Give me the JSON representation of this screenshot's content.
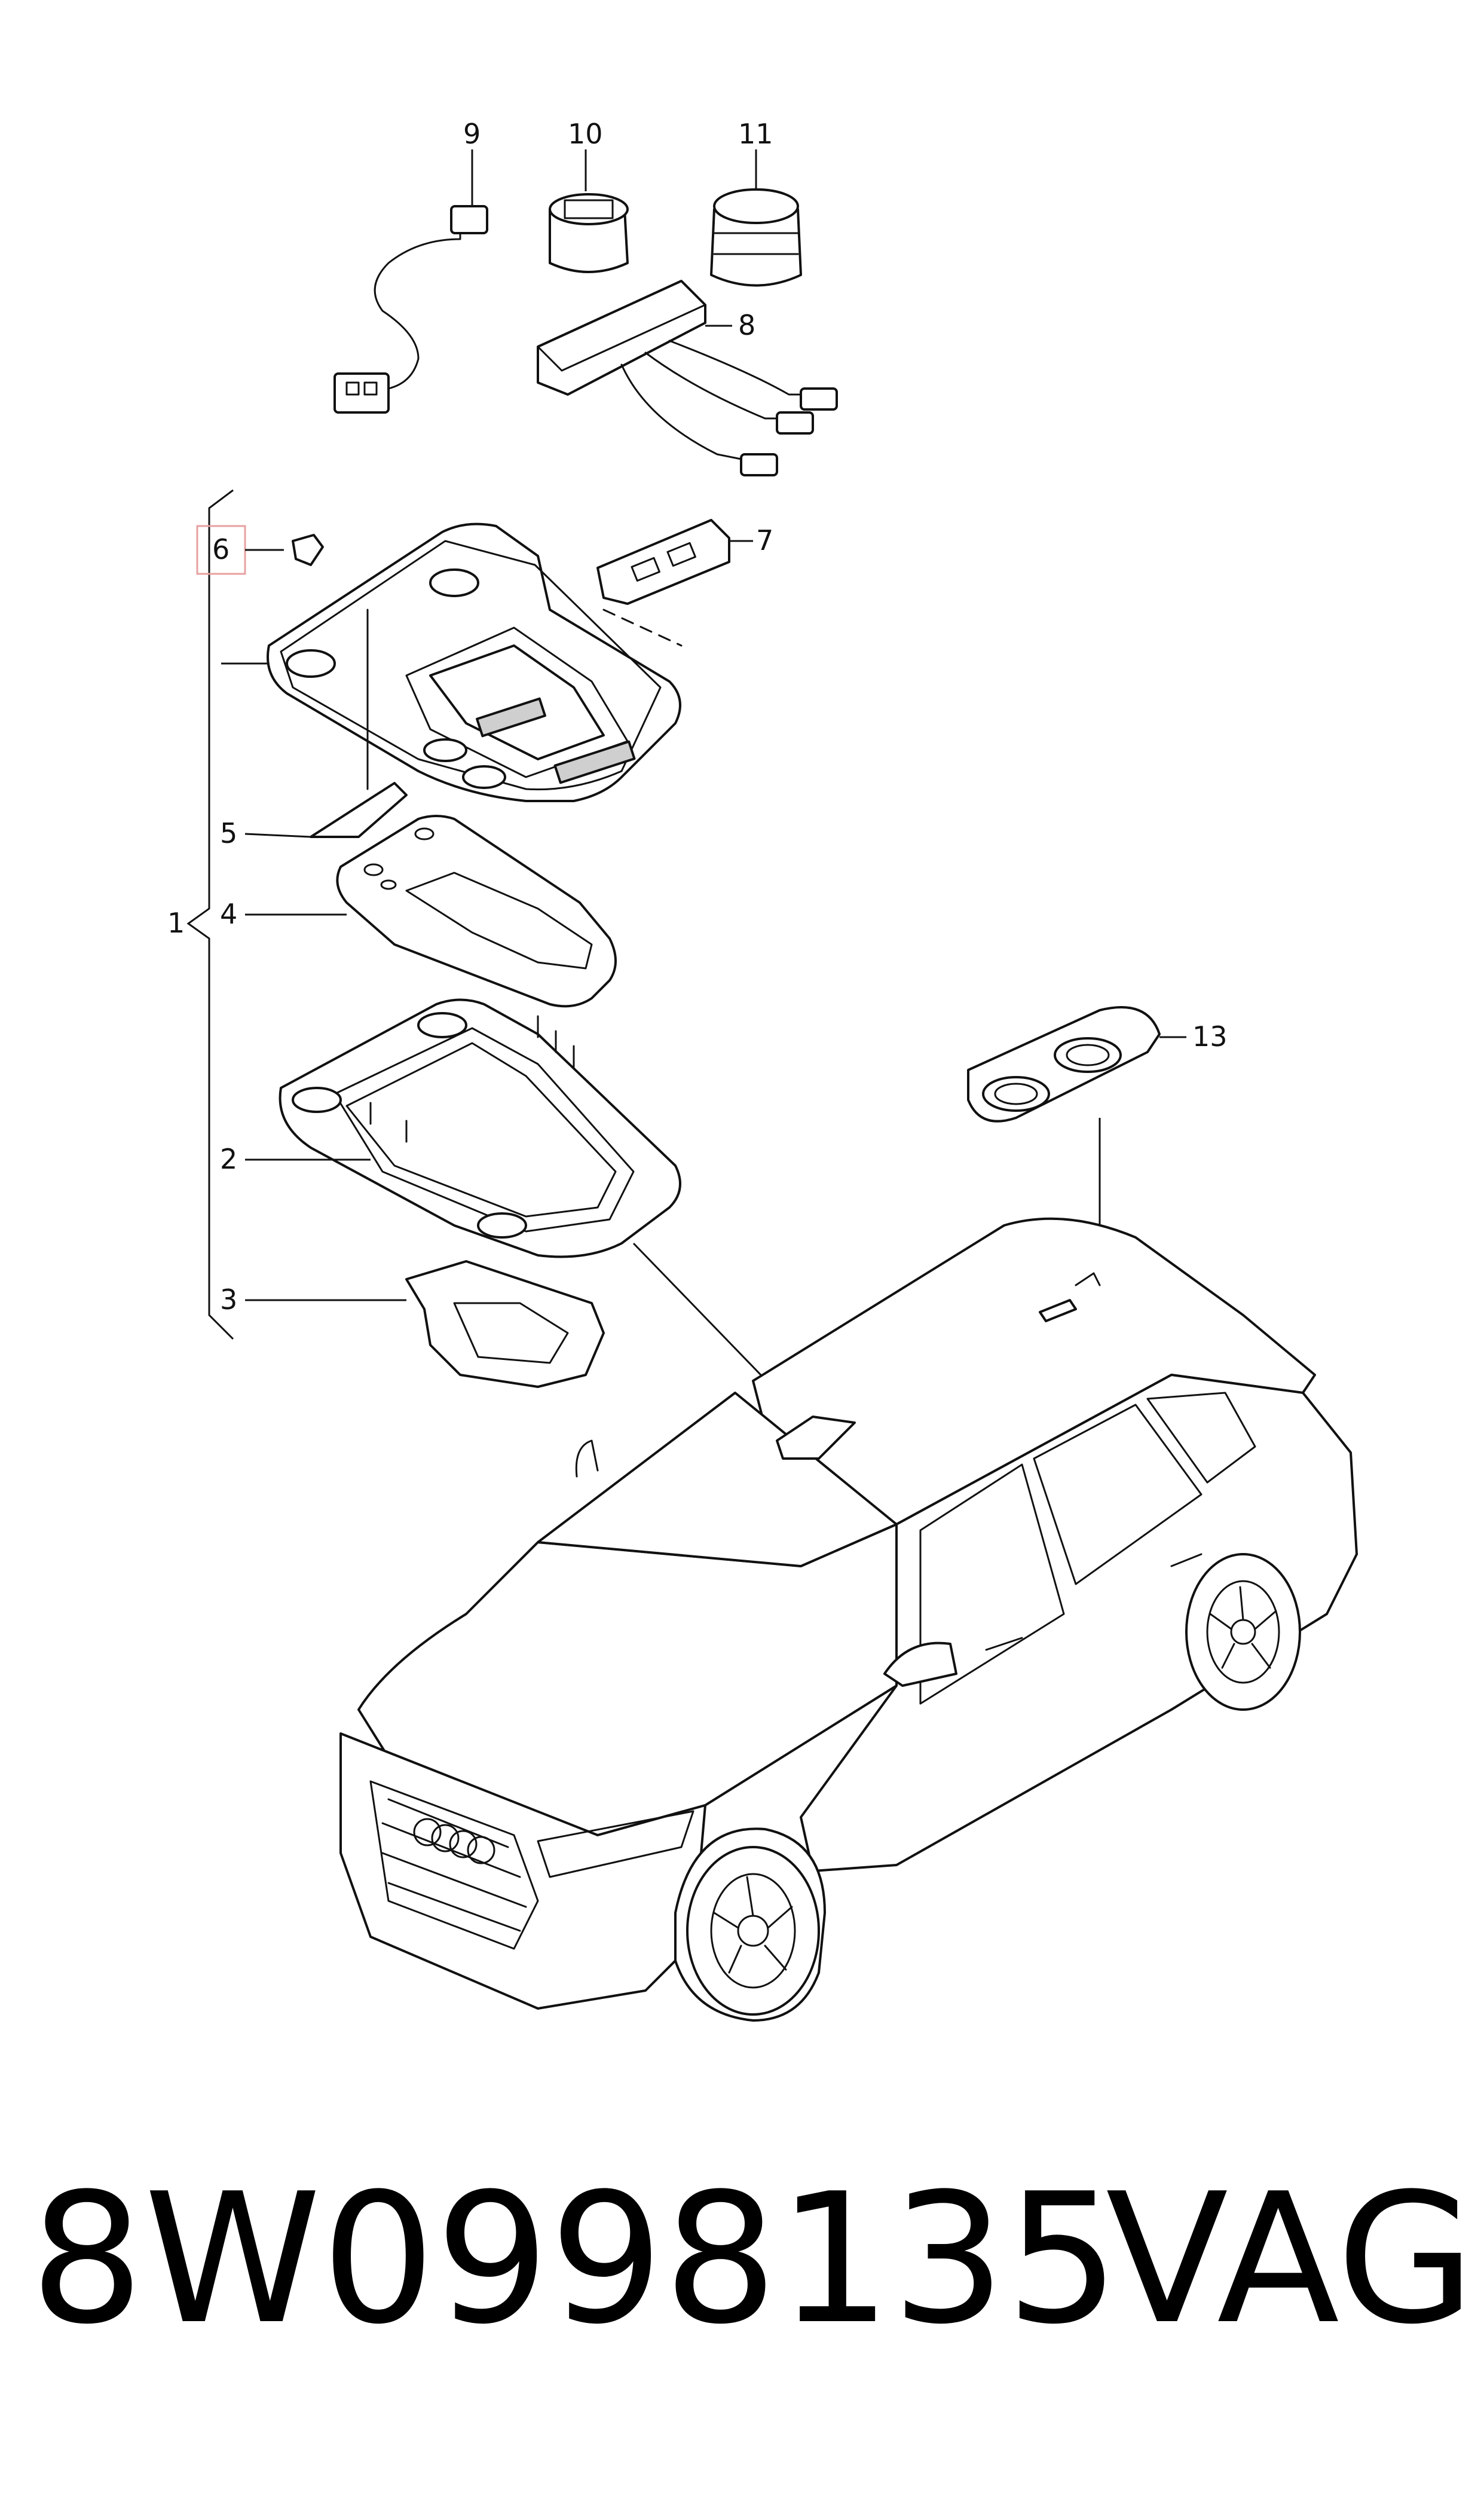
{
  "callouts": {
    "c1": "1",
    "c2": "2",
    "c3": "3",
    "c4": "4",
    "c5": "5",
    "c6": "6",
    "c7": "7",
    "c8": "8",
    "c9": "9",
    "c10": "10",
    "c11": "11",
    "c13": "13"
  },
  "highlight_color": "#e8a0a0",
  "footer": {
    "part_number": "8W0998135",
    "brand": "VAG"
  }
}
